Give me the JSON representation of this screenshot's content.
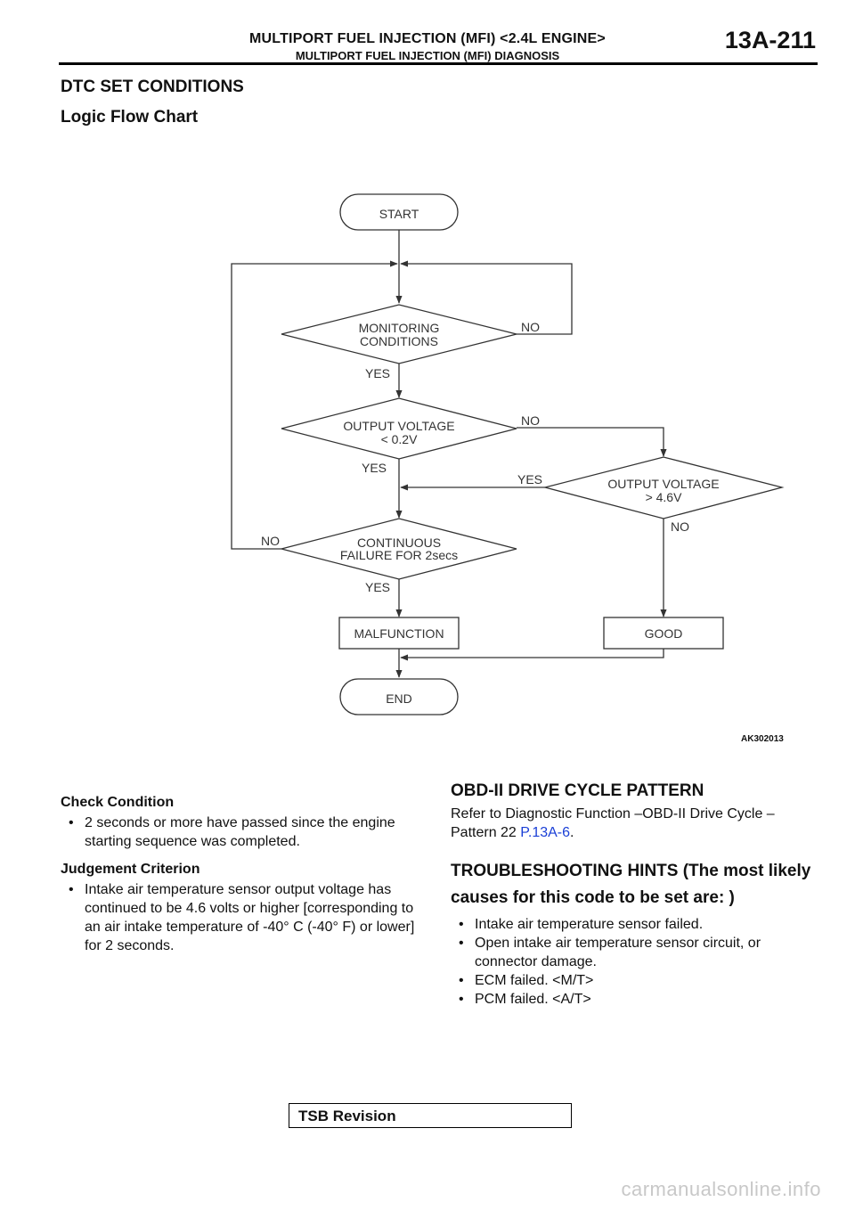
{
  "header": {
    "title": "MULTIPORT FUEL INJECTION (MFI) <2.4L ENGINE>",
    "subtitle": "MULTIPORT FUEL INJECTION (MFI) DIAGNOSIS",
    "page": "13A-211"
  },
  "headings": {
    "dtc": "DTC SET CONDITIONS",
    "logic": "Logic Flow Chart"
  },
  "flowchart": {
    "start": "START",
    "monitoring_1": "MONITORING",
    "monitoring_2": "CONDITIONS",
    "output_low_1": "OUTPUT VOLTAGE",
    "output_low_2": "< 0.2V",
    "output_high_1": "OUTPUT VOLTAGE",
    "output_high_2": "> 4.6V",
    "continuous_1": "CONTINUOUS",
    "continuous_2": "FAILURE FOR 2secs",
    "malfunction": "MALFUNCTION",
    "good": "GOOD",
    "end": "END",
    "yes": "YES",
    "no": "NO",
    "figure_id": "AK302013"
  },
  "check_condition": {
    "title": "Check Condition",
    "items": [
      "2 seconds or more have passed since the engine starting sequence was completed."
    ]
  },
  "judgement": {
    "title": "Judgement Criterion",
    "items": [
      "Intake air temperature sensor output voltage has continued to be 4.6 volts or higher [corresponding to an air intake temperature of -40° C (-40° F) or lower] for 2 seconds."
    ]
  },
  "obd": {
    "title": "OBD-II DRIVE CYCLE PATTERN",
    "text": "Refer to Diagnostic Function –OBD-II Drive Cycle – Pattern 22 ",
    "link": "P.13A-6",
    "end": "."
  },
  "troubleshooting": {
    "title": "TROUBLESHOOTING HINTS (The most likely causes for this code to be set are: )",
    "items": [
      "Intake air temperature sensor failed.",
      "Open intake air temperature sensor circuit, or connector damage.",
      "ECM failed. <M/T>",
      "PCM failed. <A/T>"
    ]
  },
  "footer": {
    "tsb": "TSB Revision",
    "watermark": "carmanualsonline.info"
  }
}
